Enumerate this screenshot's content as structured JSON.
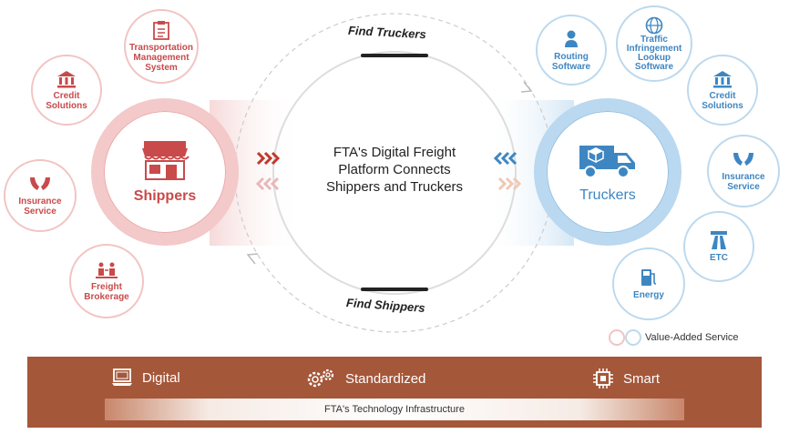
{
  "find_truckers": "Find Truckers",
  "find_shippers": "Find Shippers",
  "center_text": [
    "FTA's Digital Freight",
    "Platform Connects",
    "Shippers and Truckers"
  ],
  "shippers_label": "Shippers",
  "truckers_label": "Truckers",
  "shipper_services": [
    {
      "label": [
        "Transportation",
        "Management",
        "System"
      ],
      "icon": "clipboard-icon"
    },
    {
      "label": [
        "Credit",
        "Solutions"
      ],
      "icon": "bank-icon"
    },
    {
      "label": [
        "Insurance",
        "Service"
      ],
      "icon": "hands-icon"
    },
    {
      "label": [
        "Freight",
        "Brokerage"
      ],
      "icon": "brokerage-icon"
    }
  ],
  "trucker_services": [
    {
      "label": [
        "Routing",
        "Software"
      ],
      "icon": "route-person-icon"
    },
    {
      "label": [
        "Traffic",
        "Infringement",
        "Lookup",
        "Software"
      ],
      "icon": "globe-icon"
    },
    {
      "label": [
        "Credit",
        "Solutions"
      ],
      "icon": "bank-icon"
    },
    {
      "label": [
        "Insurance",
        "Service"
      ],
      "icon": "hands-icon"
    },
    {
      "label": [
        "ETC"
      ],
      "icon": "highway-icon"
    },
    {
      "label": [
        "Energy"
      ],
      "icon": "fuel-pump-icon"
    }
  ],
  "legend_label": "Value-Added Service",
  "infrastructure": {
    "items": [
      "Digital",
      "Standardized",
      "Smart"
    ],
    "bar_label": "FTA's Technology Infrastructure"
  },
  "colors": {
    "red": "#c94a4a",
    "red_light": "#f2c4c4",
    "blue": "#3e86c2",
    "blue_light": "#bcd9ee",
    "infra": "#a5573a"
  }
}
